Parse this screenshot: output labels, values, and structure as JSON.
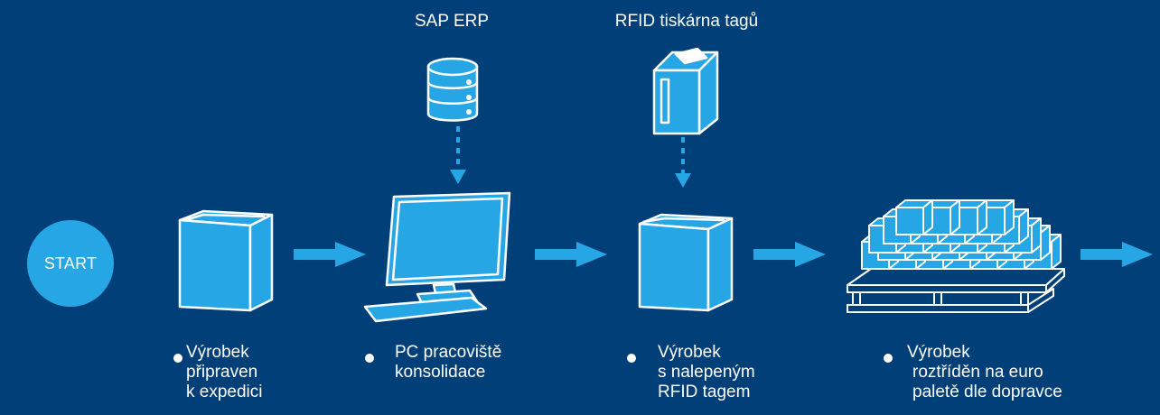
{
  "sources": {
    "erp_label": "SAP ERP",
    "printer_label": "RFID tiskárna tagů"
  },
  "start": {
    "label": "START"
  },
  "steps": [
    {
      "lines": [
        "Výrobek",
        "připraven",
        "k expedici"
      ]
    },
    {
      "lines": [
        "PC pracoviště",
        "konsolidace"
      ]
    },
    {
      "lines": [
        "Výrobek",
        "s nalepeným",
        "RFID tagem"
      ]
    },
    {
      "lines": [
        "Výrobek",
        "roztříděn na euro",
        "paletě dle dopravce"
      ]
    }
  ],
  "colors": {
    "background": "#003f78",
    "accent": "#27a6e6",
    "outline": "#ffffff"
  },
  "icons": [
    "database-icon",
    "rfid-printer-icon",
    "box-icon",
    "computer-icon",
    "pallet-icon",
    "arrow-right-icon"
  ]
}
